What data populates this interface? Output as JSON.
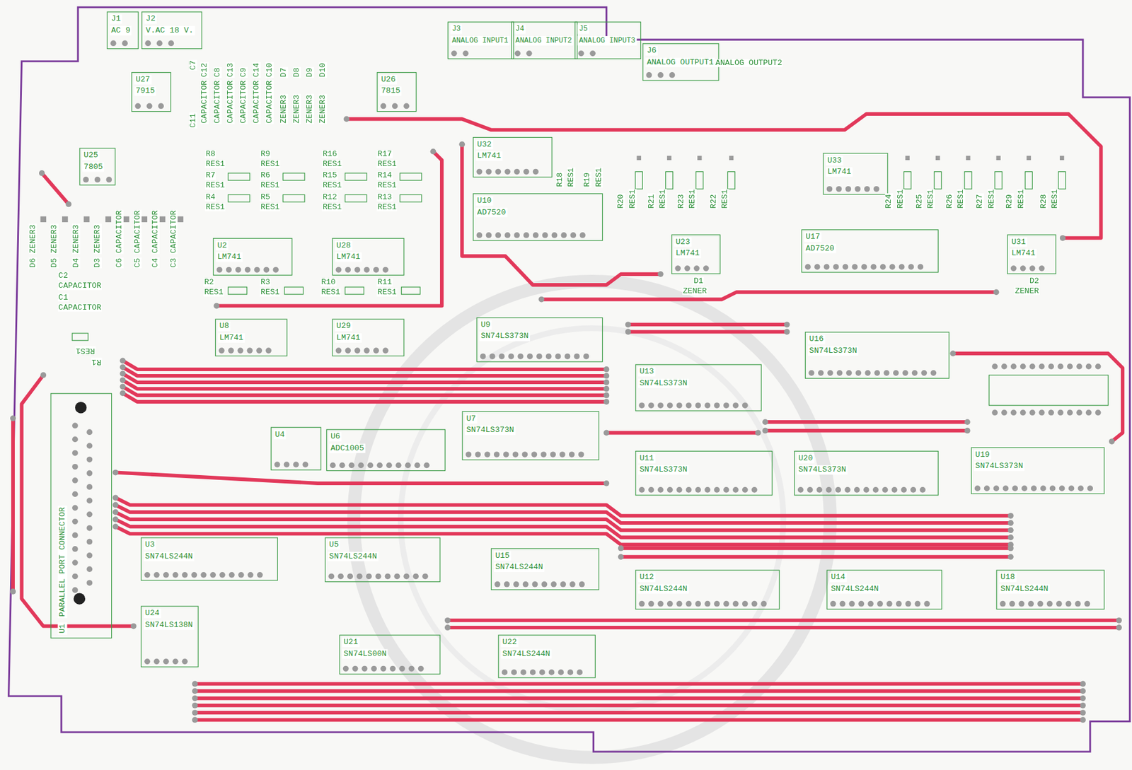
{
  "diagram": {
    "nodes": [
      {
        "text": [
          "J1",
          "AC 9"
        ]
      },
      {
        "text": [
          "J2",
          "V.AC 18 V."
        ]
      },
      {
        "text": [
          "J3",
          "ANALOG INPUT1"
        ]
      },
      {
        "text": [
          "J4",
          "ANALOG INPUT2"
        ]
      },
      {
        "text": [
          "J5",
          "ANALOG INPUT3"
        ]
      },
      {
        "text": [
          "J6",
          "ANALOG OUTPUT1"
        ]
      },
      {
        "text": [
          "U27",
          "7915"
        ]
      },
      {
        "text": [
          "U26",
          "7815"
        ]
      },
      {
        "text": [
          "U25",
          "7805"
        ]
      },
      {
        "text": [
          "U32",
          "LM741"
        ]
      },
      {
        "text": [
          "U10",
          "AD7520"
        ]
      },
      {
        "text": [
          "U33",
          "LM741"
        ]
      },
      {
        "text": [
          "U17",
          "AD7520"
        ]
      },
      {
        "text": [
          "U23",
          "LM741"
        ]
      },
      {
        "text": [
          "U31",
          "LM741"
        ]
      },
      {
        "text": [
          "U2",
          "LM741"
        ]
      },
      {
        "text": [
          "U28",
          "LM741"
        ]
      },
      {
        "text": [
          "U8",
          "LM741"
        ]
      },
      {
        "text": [
          "U29",
          "LM741"
        ]
      },
      {
        "text": [
          "U9",
          "SN74LS373N"
        ]
      },
      {
        "text": [
          "U13",
          "SN74LS373N"
        ]
      },
      {
        "text": [
          "U16",
          "SN74LS373N"
        ]
      },
      {
        "text": [
          "U6",
          "ADC1005"
        ]
      },
      {
        "text": [
          "U4"
        ]
      },
      {
        "text": [
          "U7",
          "SN74LS373N"
        ]
      },
      {
        "text": [
          "U11",
          "SN74LS373N"
        ]
      },
      {
        "text": [
          "U20",
          "SN74LS373N"
        ]
      },
      {
        "text": [
          "U19",
          "SN74LS373N"
        ]
      },
      {
        "text": [
          "U3",
          "SN74LS244N"
        ]
      },
      {
        "text": [
          "U5",
          "SN74LS244N"
        ]
      },
      {
        "text": [
          "U15",
          "SN74LS244N"
        ]
      },
      {
        "text": [
          "U12",
          "SN74LS244N"
        ]
      },
      {
        "text": [
          "U14",
          "SN74LS244N"
        ]
      },
      {
        "text": [
          "U18",
          "SN74LS244N"
        ]
      },
      {
        "text": [
          "U24",
          "SN74LS138N"
        ]
      },
      {
        "text": [
          "U21",
          "SN74LS00N"
        ]
      },
      {
        "text": [
          "U22",
          "SN74LS244N"
        ]
      },
      {
        "text": [
          "U1",
          "PARALLEL PORT CONNECTOR"
        ]
      }
    ],
    "labels": [
      "C7",
      "C11",
      "CAPACITOR",
      "CAPACITOR",
      "CAPACITOR",
      "CAPACITOR",
      "CAPACITOR",
      "CAPACITOR",
      "ZENER3",
      "ZENER3",
      "ZENER3",
      "ZENER3",
      "C12",
      "C8",
      "C13",
      "C9",
      "C14",
      "C10",
      "D7",
      "D8",
      "D9",
      "D10",
      "R8",
      "RES1",
      "R7",
      "RES1",
      "R4",
      "RES1",
      "R9",
      "RES1",
      "R6",
      "RES1",
      "R5",
      "RES1",
      "R16",
      "RES1",
      "R15",
      "RES1",
      "R12",
      "RES1",
      "R17",
      "RES1",
      "R14",
      "RES1",
      "R13",
      "RES1",
      "R2",
      "RES1",
      "R3",
      "RES1",
      "R10",
      "RES1",
      "R11",
      "RES1",
      "C2",
      "CAPACITOR",
      "C1",
      "CAPACITOR",
      "RES1",
      "R1",
      "ZENER3",
      "ZENER3",
      "ZENER3",
      "ZENER3",
      "CAPACITOR",
      "CAPACITOR",
      "CAPACITOR",
      "CAPACITOR",
      "C6",
      "C5",
      "C4",
      "C3",
      "D6",
      "D5",
      "D4",
      "D3",
      "R18",
      "RES1",
      "R19",
      "RES1",
      "R20",
      "RES1",
      "R21",
      "RES1",
      "R23",
      "RES1",
      "R22",
      "RES1",
      "R24",
      "RES1",
      "R25",
      "RES1",
      "R26",
      "RES1",
      "R27",
      "RES1",
      "R29",
      "RES1",
      "R28",
      "RES1",
      "D1",
      "ZENER",
      "D2",
      "ZENER",
      "ANALOG OUTPUT2"
    ]
  }
}
